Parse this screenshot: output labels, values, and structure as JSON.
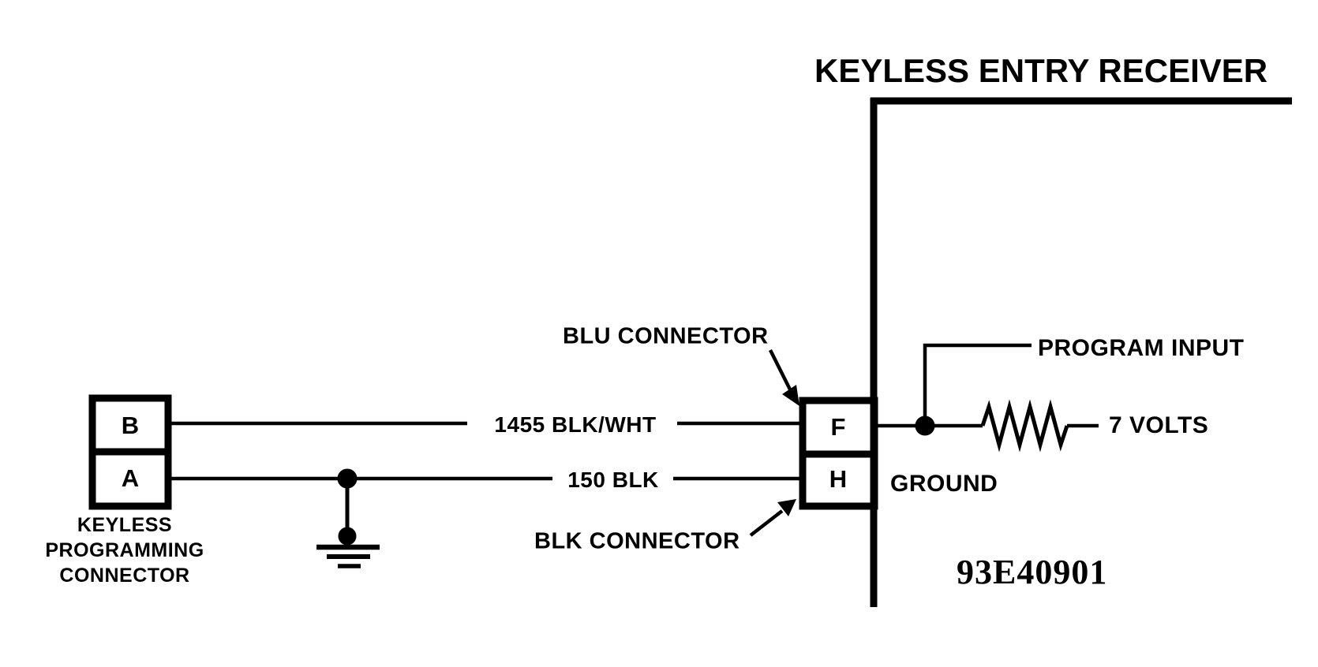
{
  "colors": {
    "ink": "#000000",
    "paper": "#ffffff"
  },
  "title": "KEYLESS ENTRY RECEIVER",
  "part_number": "93E40901",
  "programming_connector": {
    "name_lines": [
      "KEYLESS",
      "PROGRAMMING",
      "CONNECTOR"
    ],
    "terminal_top": "B",
    "terminal_bottom": "A"
  },
  "receiver_connector": {
    "terminal_top": "F",
    "terminal_bottom": "H",
    "top_callout": "BLU CONNECTOR",
    "bottom_callout": "BLK CONNECTOR"
  },
  "wires": {
    "top_label": "1455 BLK/WHT",
    "bottom_label": "150 BLK"
  },
  "annotations": {
    "program_input": "PROGRAM INPUT",
    "ground": "GROUND",
    "voltage": "7 VOLTS"
  }
}
